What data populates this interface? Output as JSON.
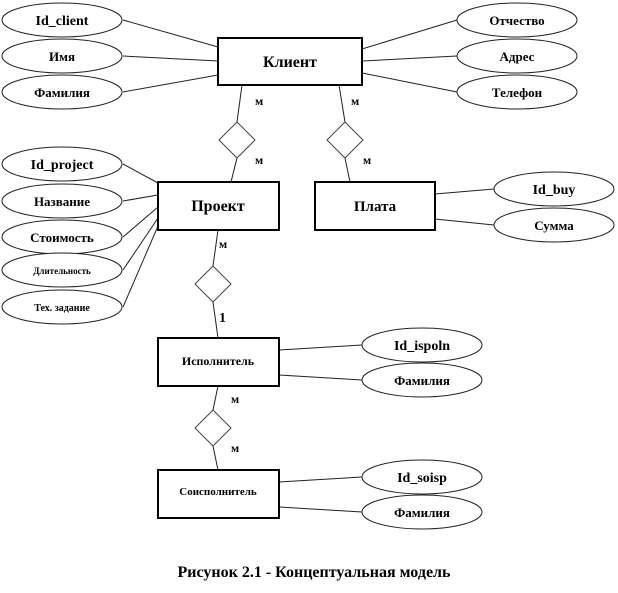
{
  "entities": {
    "client": "Клиент",
    "project": "Проект",
    "payment": "Плата",
    "executor": "Исполнитель",
    "coexecutor": "Соисполнитель"
  },
  "attributes": {
    "client": [
      "Id_client",
      "Имя",
      "Фамилия",
      "Отчество",
      "Адрес",
      "Телефон"
    ],
    "project": [
      "Id_project",
      "Название",
      "Стоимость",
      "Длительность",
      "Тех. задание"
    ],
    "payment": [
      "Id_buy",
      "Сумма"
    ],
    "executor": [
      "Id_ispoln",
      "Фамилия"
    ],
    "coexecutor": [
      "Id_soisp",
      "Фамилия"
    ]
  },
  "cardinalities": {
    "client_project_top": "м",
    "client_project_bottom": "м",
    "client_payment_top": "м",
    "client_payment_bottom": "м",
    "project_executor_top": "м",
    "project_executor_bottom": "1",
    "executor_coexecutor_top": "м",
    "executor_coexecutor_bottom": "м"
  },
  "caption": "Рисунок 2.1 - Концептуальная модель"
}
